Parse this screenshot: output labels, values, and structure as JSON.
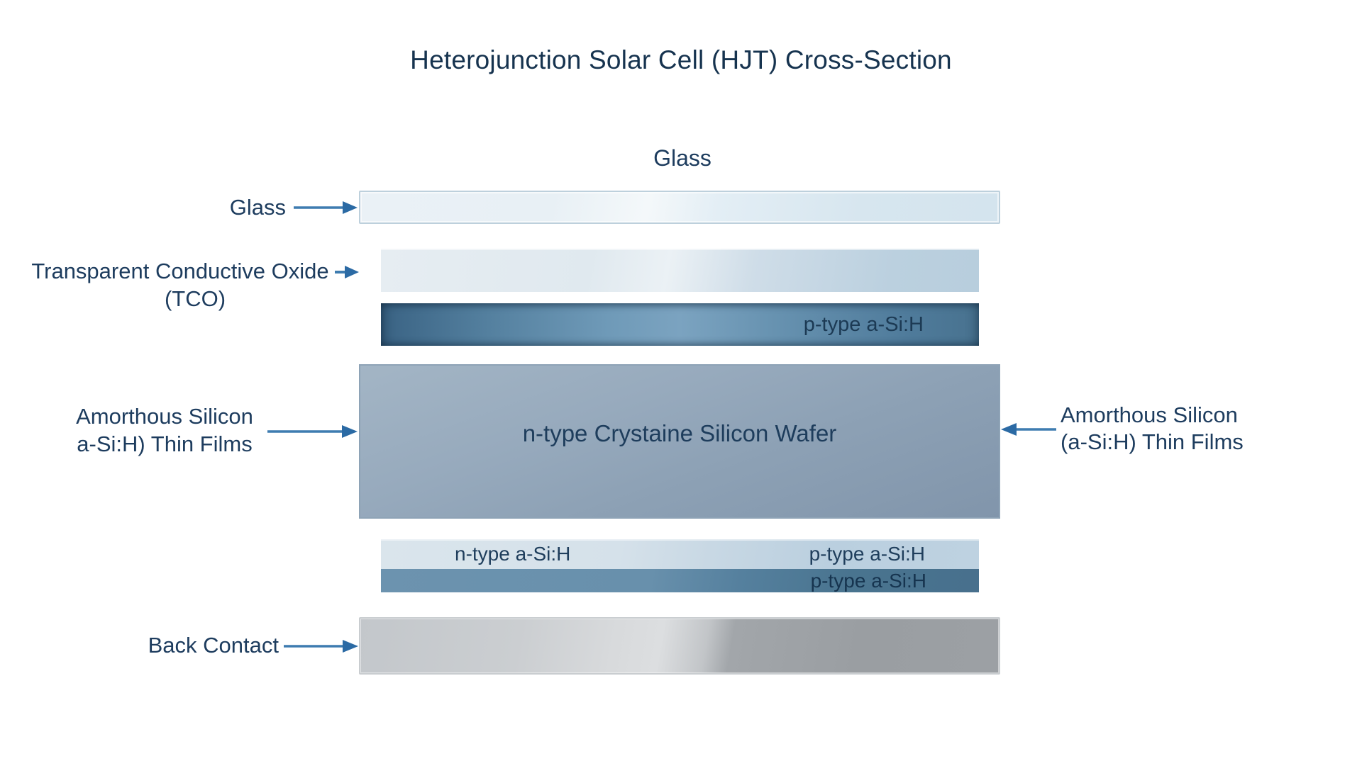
{
  "title": "Heterojunction Solar Cell (HJT) Cross-Section",
  "top_label": "Glass",
  "side_labels": {
    "glass": "Glass",
    "tco": {
      "line1": "Transparent Conductive Oxide",
      "line2": "(TCO)"
    },
    "amorphous_left": {
      "line1": "Amorthous Silicon",
      "line2": "a-Si:H) Thin Films"
    },
    "amorphous_right": {
      "line1": "Amorthous Silicon",
      "line2": "(a-Si:H) Thin Films"
    },
    "back_contact": "Back Contact"
  },
  "layers": {
    "p_type_top": "p-type a-Si:H",
    "wafer": "n-type Crystaine Silicon Wafer",
    "n_type_strip": "n-type a-Si:H",
    "p_type_strip_light": "p-type a-Si:H",
    "p_type_strip_dark": "p-type a-Si:H"
  },
  "icons": {
    "pointer_right": "→",
    "pointer_left": "←"
  },
  "colors": {
    "text_navy": "#1d3c5e",
    "title_navy": "#16334f",
    "arrow_blue": "#3e7cb0",
    "arrow_head_blue": "#2b6aa4",
    "glass_fill": "#e4eef5",
    "tco_fill": "#cfdde8",
    "p_type_dark_blue": "#4f7b9b",
    "wafer_blue_gray": "#93a8bb",
    "light_strip_blue": "#cdddE8",
    "dark_strip_blue": "#5c86a4",
    "back_contact_gray": "#b5b9bd",
    "background": "#ffffff"
  }
}
